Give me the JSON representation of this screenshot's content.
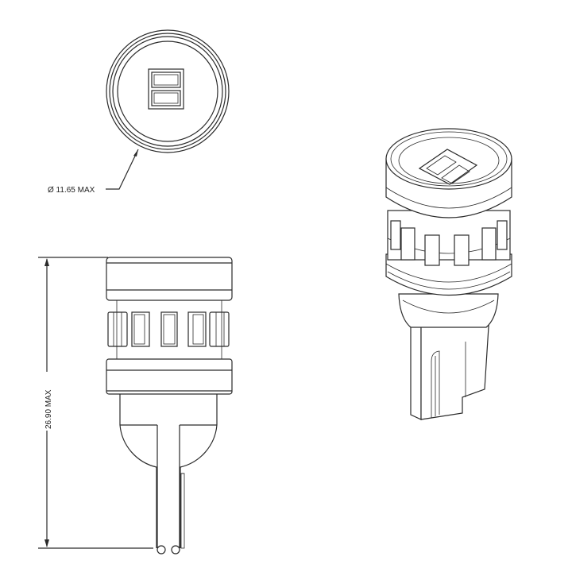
{
  "drawing": {
    "subject": "T10 LED bulb technical drawing",
    "views": [
      "top-view",
      "side-view",
      "isometric-view"
    ]
  },
  "dimensions": {
    "diameter": {
      "symbol": "Ø",
      "value": "11.65",
      "qualifier": "MAX",
      "label": "Ø 11.65 MAX"
    },
    "height": {
      "value": "26.90",
      "qualifier": "MAX",
      "label": "26.90 MAX"
    }
  },
  "colors": {
    "line": "#2a2a2a",
    "background": "#ffffff"
  }
}
